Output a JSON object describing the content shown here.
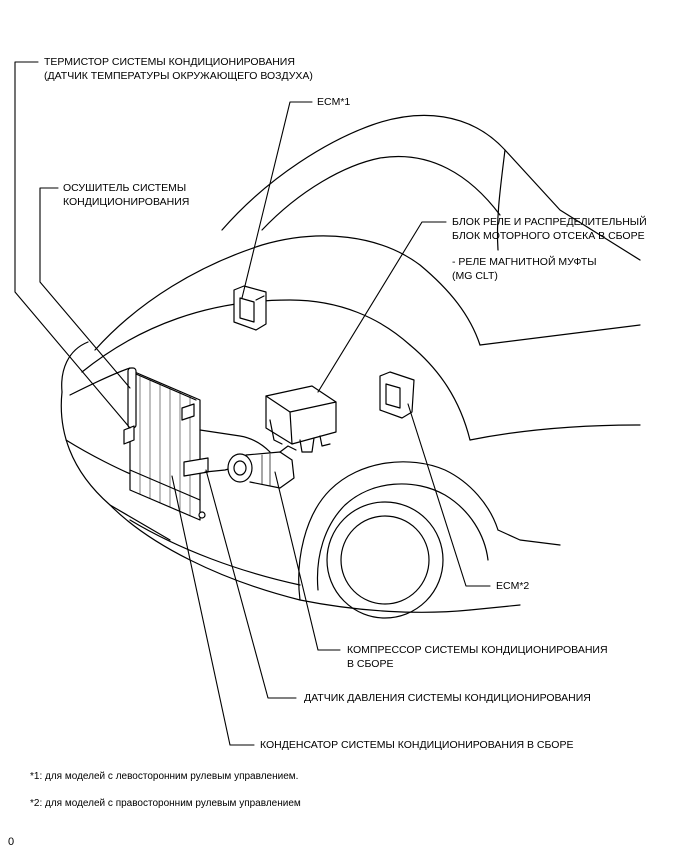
{
  "labels": {
    "thermistor_line1": "ТЕРМИСТОР СИСТЕМЫ КОНДИЦИОНИРОВАНИЯ",
    "thermistor_line2": "(ДАТЧИК ТЕМПЕРАТУРЫ ОКРУЖАЮЩЕГО ВОЗДУХА)",
    "ecm1": "ECM*1",
    "dryer_line1": "ОСУШИТЕЛЬ СИСТЕМЫ",
    "dryer_line2": "КОНДИЦИОНИРОВАНИЯ",
    "relay_block_line1": "БЛОК РЕЛЕ И РАСПРЕДЕЛИТЕЛЬНЫЙ",
    "relay_block_line2": "БЛОК МОТОРНОГО ОТСЕКА В СБОРЕ",
    "relay_item_line1": "- РЕЛЕ МАГНИТНОЙ МУФТЫ",
    "relay_item_line2": "(MG CLT)",
    "ecm2": "ECM*2",
    "compressor_line1": "КОМПРЕССОР СИСТЕМЫ КОНДИЦИОНИРОВАНИЯ",
    "compressor_line2": "В СБОРЕ",
    "pressure_sensor": "ДАТЧИК ДАВЛЕНИЯ СИСТЕМЫ КОНДИЦИОНИРОВАНИЯ",
    "condenser": "КОНДЕНСАТОР СИСТЕМЫ КОНДИЦИОНИРОВАНИЯ В СБОРЕ"
  },
  "footnotes": {
    "note1": "*1: для моделей с левосторонним рулевым управлением.",
    "note2": "*2: для моделей с правосторонним рулевым управлением"
  },
  "page_number": "0"
}
